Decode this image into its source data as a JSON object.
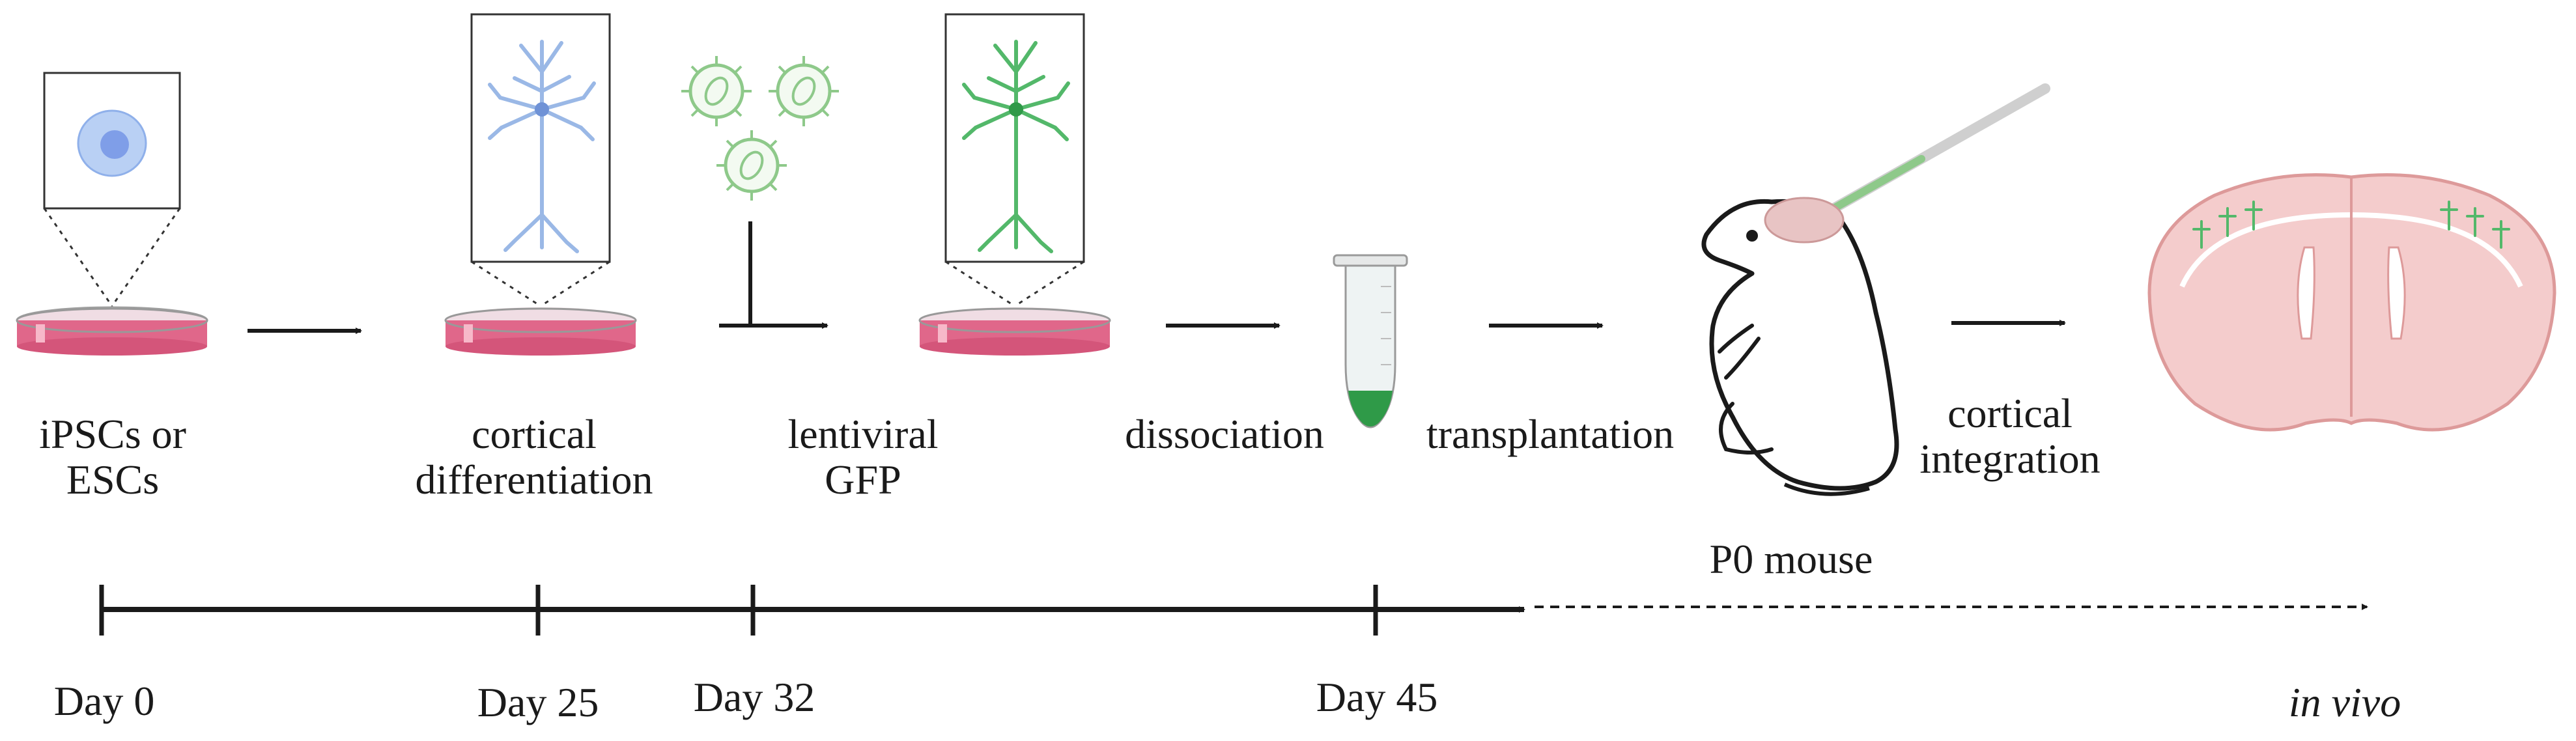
{
  "steps": [
    {
      "line1": "iPSCs or",
      "line2": "ESCs"
    },
    {
      "line1": "cortical",
      "line2": "differentiation"
    },
    {
      "line1": "lentiviral",
      "line2": "GFP"
    },
    {
      "line1": "dissociation"
    },
    {
      "line1": "transplantation"
    },
    {
      "line1": "cortical",
      "line2": "integration"
    }
  ],
  "mouse_label": "P0 mouse",
  "timeline": {
    "days": [
      "Day 0",
      "Day 25",
      "Day 32",
      "Day 45"
    ],
    "in_vivo": "in vivo"
  },
  "colors": {
    "dish": "#e0678a",
    "progenitor": "#9fbff0",
    "neuron_blue": "#9ab8e6",
    "neuron_green": "#53b86a",
    "virus": "#8ec98a",
    "brain": "#f4cccc",
    "arrow": "#1a1a1a"
  }
}
